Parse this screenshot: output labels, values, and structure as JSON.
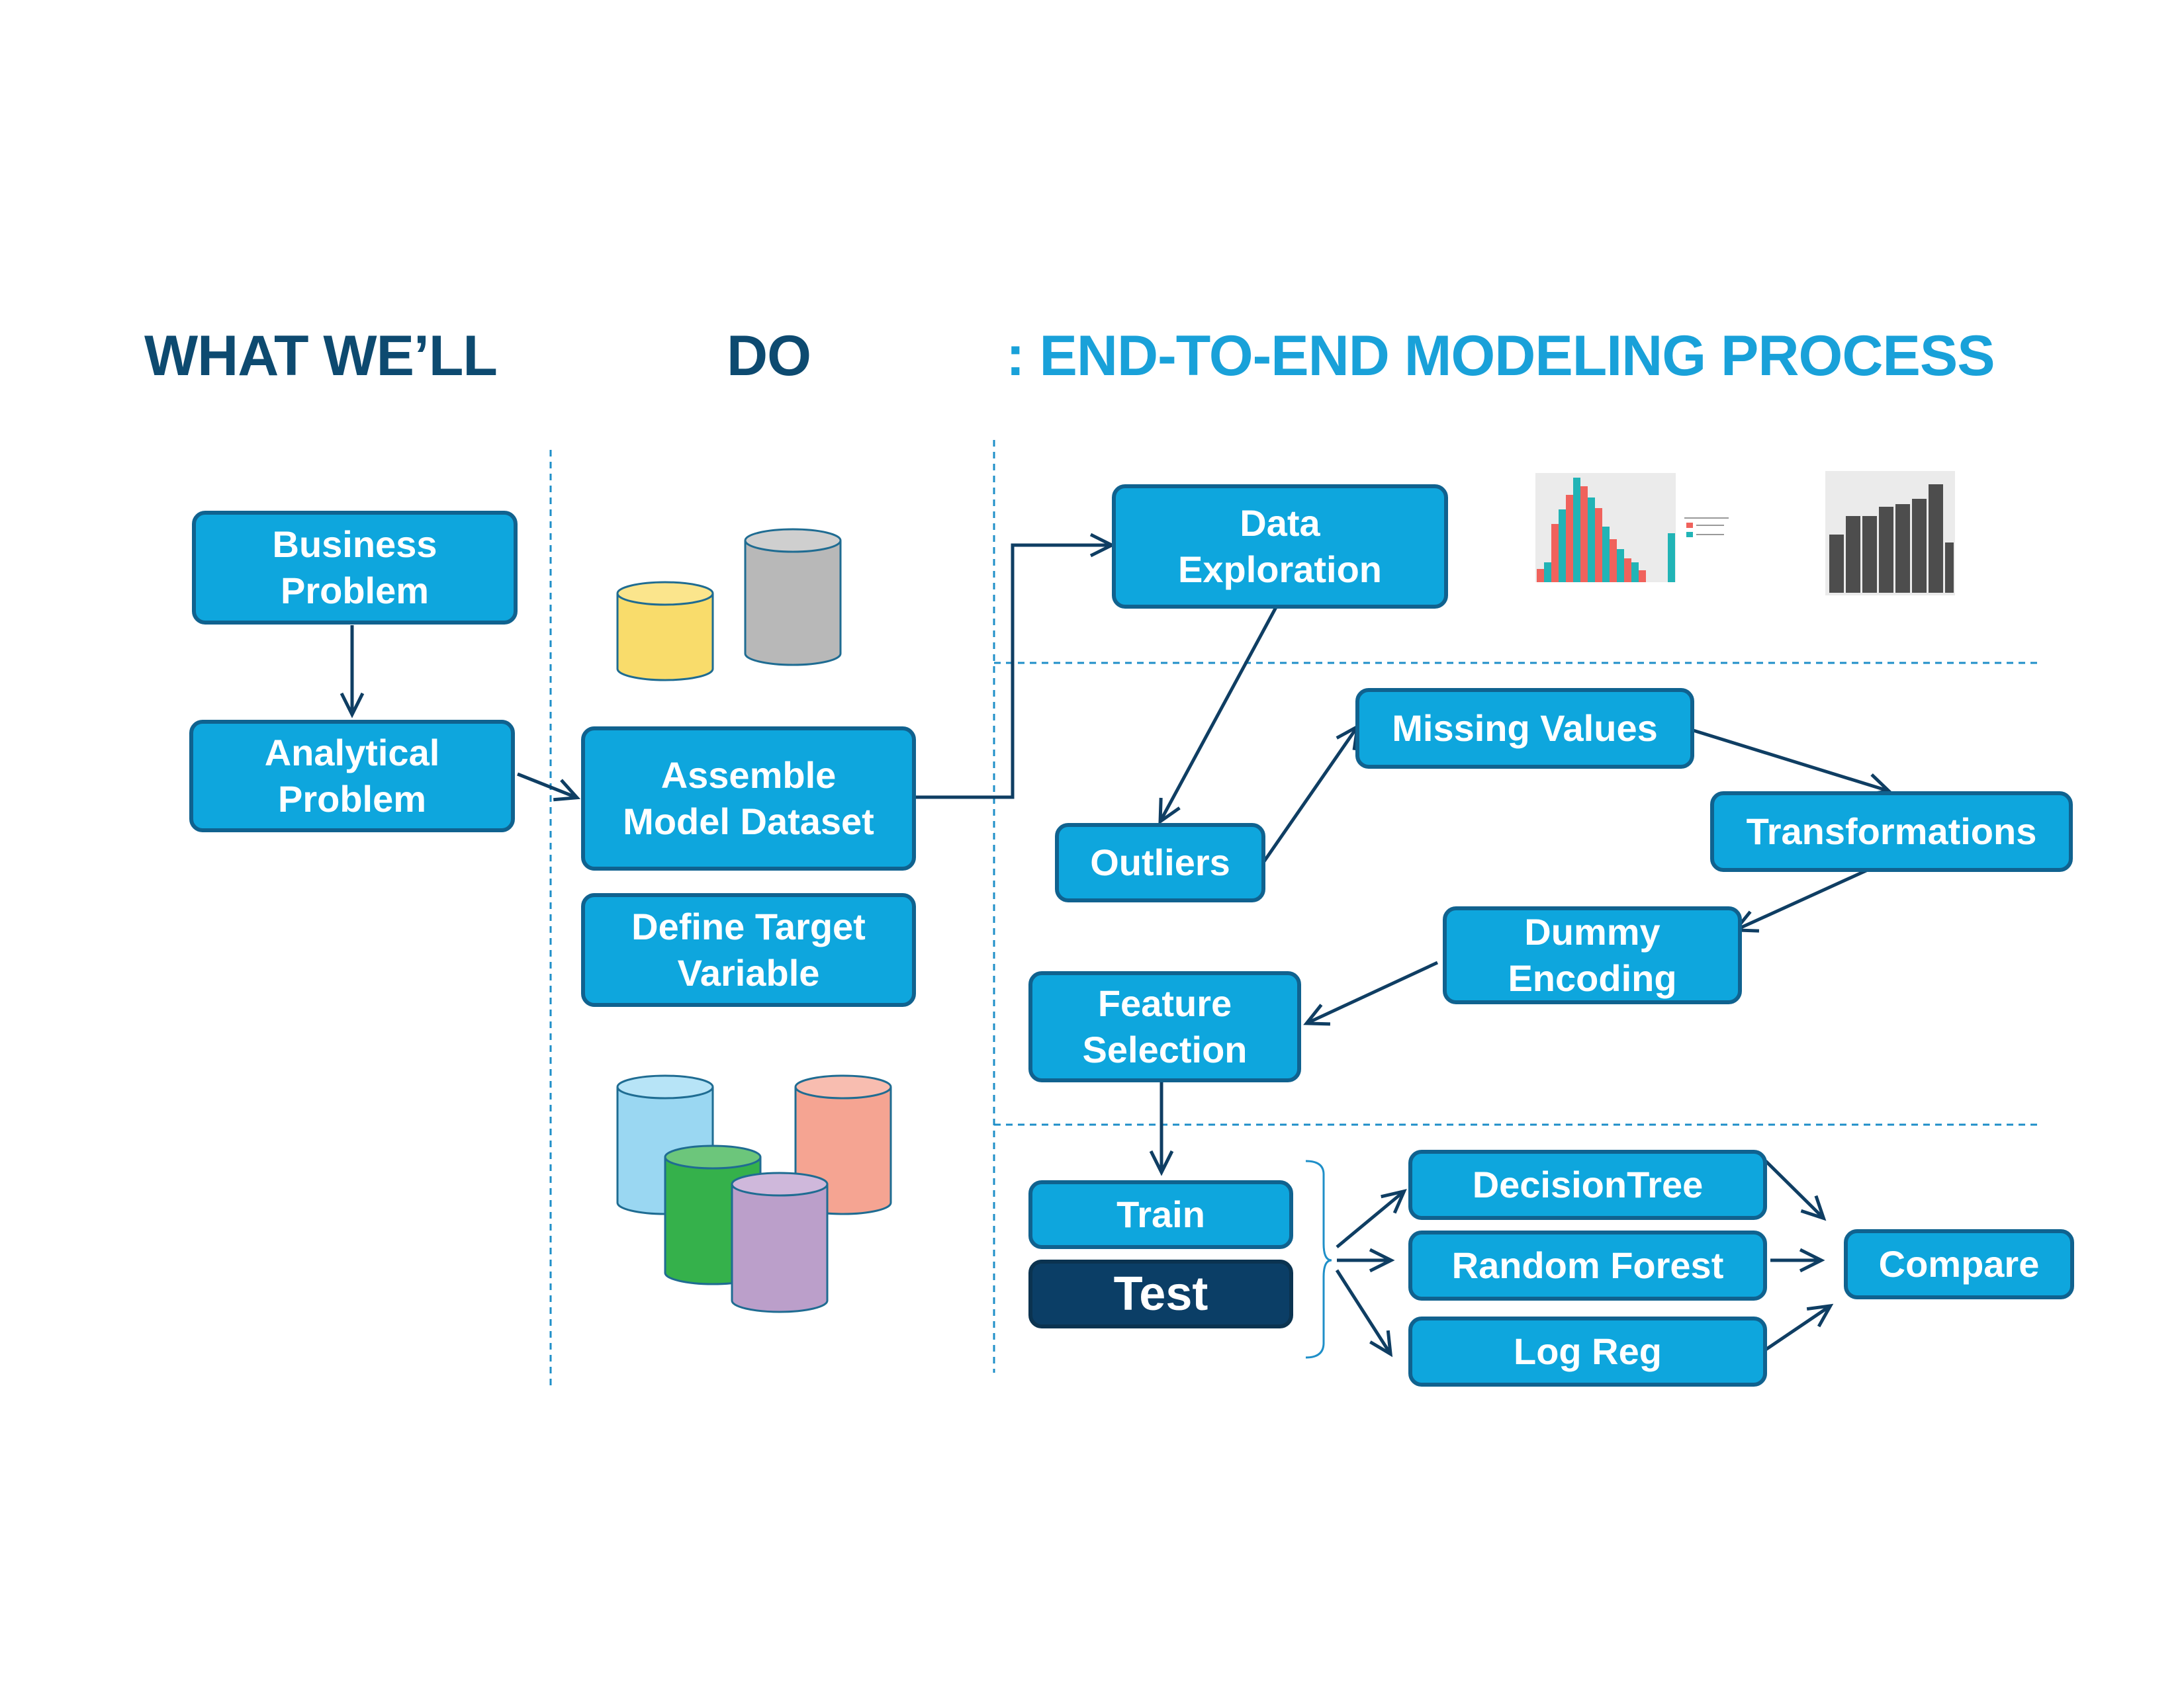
{
  "title": {
    "part1": "WHAT WE’LL",
    "part2": "DO",
    "part3": ": END-TO-END MODELING PROCESS"
  },
  "nodes": {
    "business_problem": "Business\nProblem",
    "analytical_problem": "Analytical\nProblem",
    "assemble_dataset": "Assemble\nModel Dataset",
    "define_target": "Define Target\nVariable",
    "data_exploration": "Data\nExploration",
    "outliers": "Outliers",
    "missing_values": "Missing Values",
    "transformations": "Transformations",
    "dummy_encoding": "Dummy\nEncoding",
    "feature_selection": "Feature\nSelection",
    "train": "Train",
    "test": "Test",
    "decision_tree": "DecisionTree",
    "random_forest": "Random Forest",
    "log_reg": "Log Reg",
    "compare": "Compare"
  },
  "colors": {
    "box_fill": "#0ea6dd",
    "box_border": "#10628f",
    "test_fill": "#0b3e66",
    "title_dark": "#0d4a70",
    "title_light": "#19a1d9",
    "arrow": "#0f3e63",
    "divider": "#1f8fc8"
  },
  "icons": {
    "database_yellow": "database-icon",
    "database_gray": "database-icon",
    "multi_databases": "database-stack-icon",
    "histogram_thumbnail": "bar-chart-thumbnail",
    "bar_thumbnail": "bar-chart-thumbnail"
  }
}
